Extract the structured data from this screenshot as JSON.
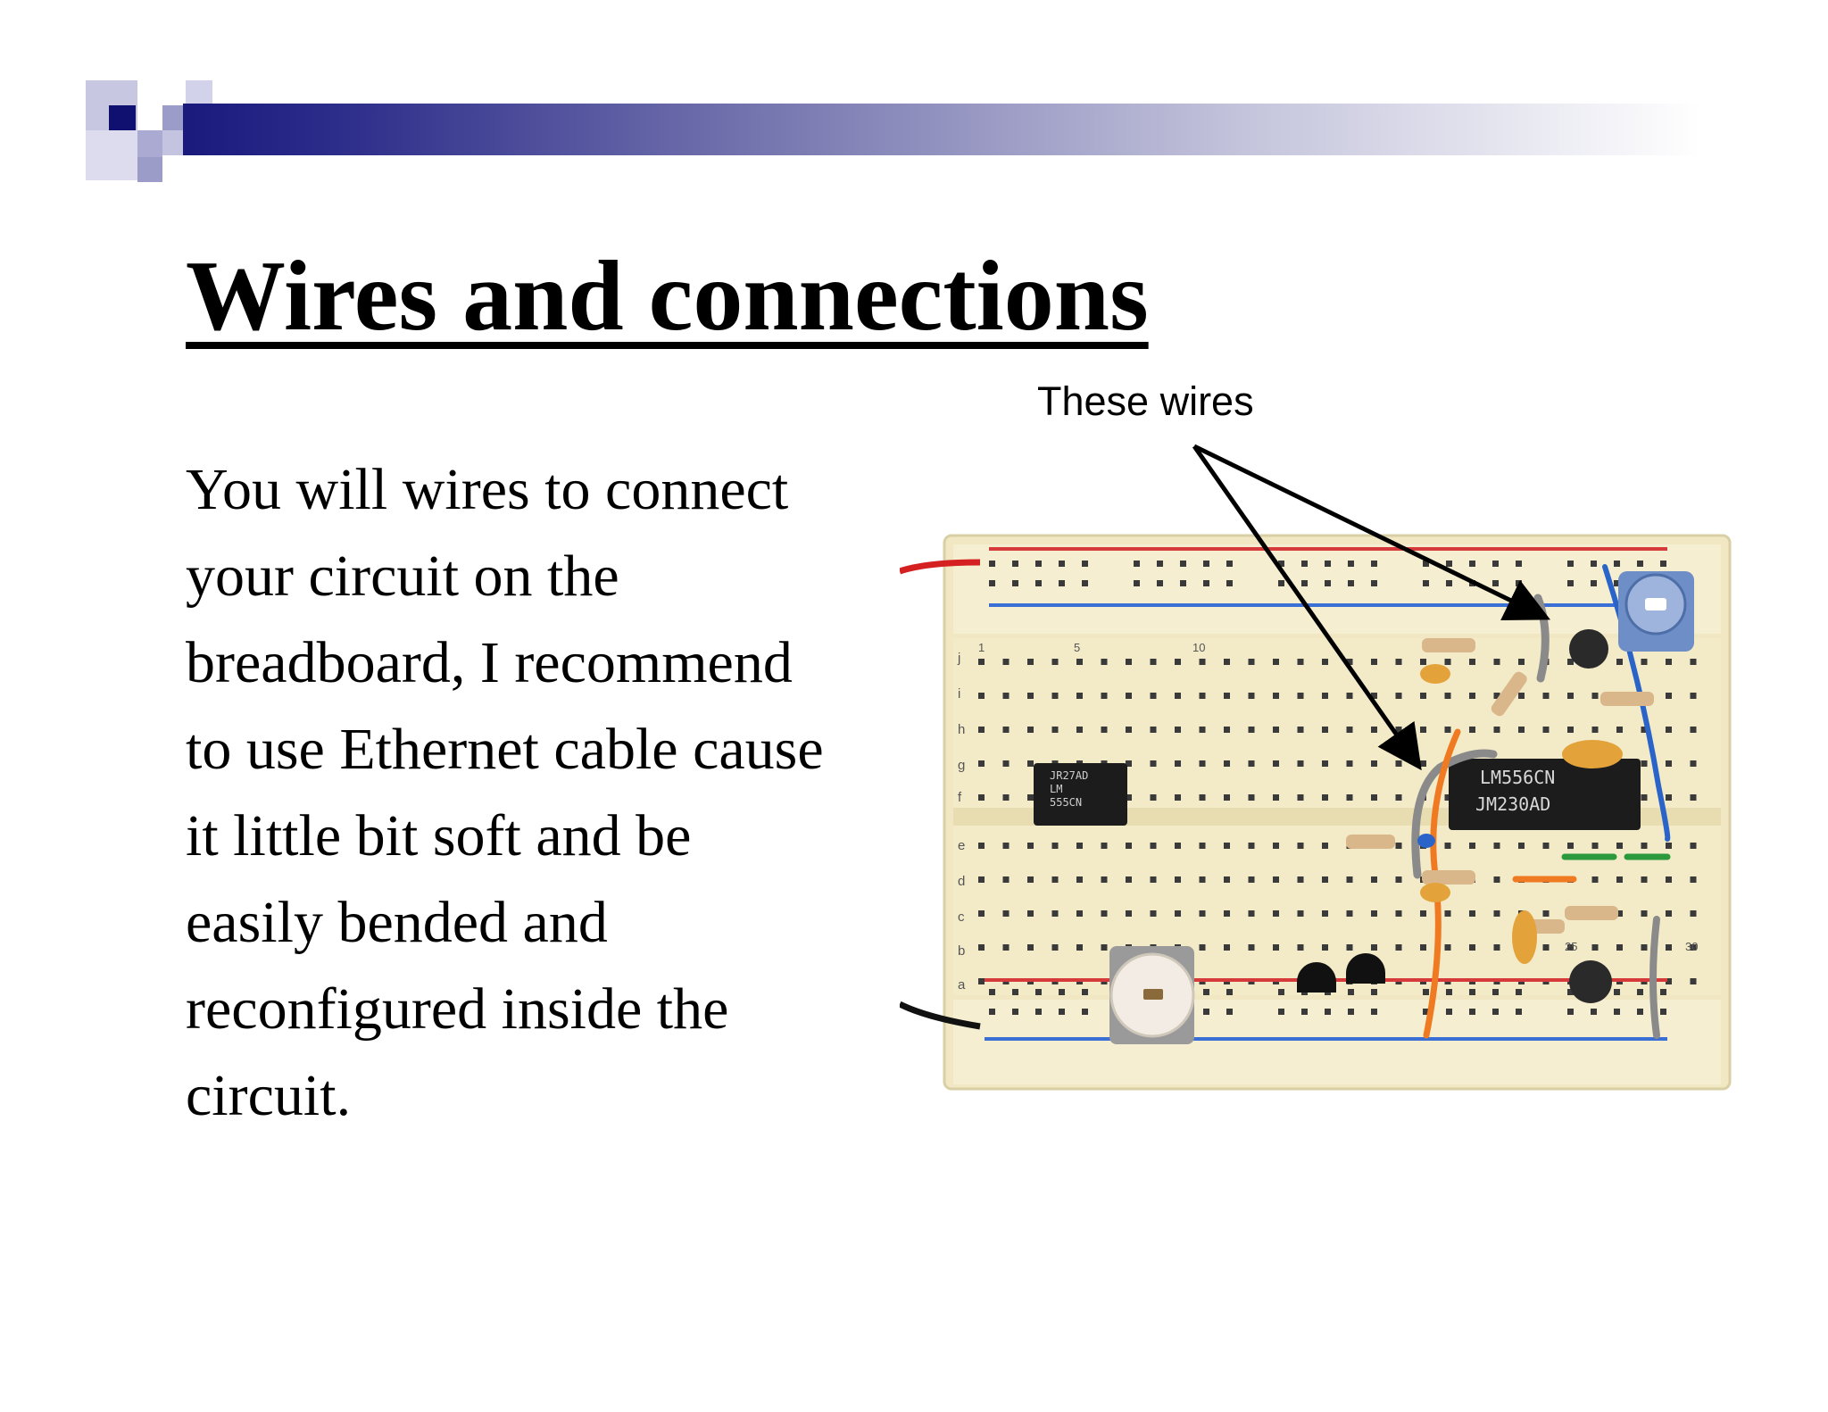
{
  "slide": {
    "title": "Wires and connections",
    "body_lines": [
      "You will wires to connect",
      "your circuit on the",
      "breadboard, I recommend",
      "to use Ethernet cable cause",
      "it little bit soft and be",
      "easily bended and",
      "reconfigured inside the",
      "circuit."
    ],
    "callout": "These wires"
  },
  "photo": {
    "ic_left": [
      "JR27AD",
      "LM",
      "555CN"
    ],
    "ic_right": [
      "JM230AD",
      "LM556CN"
    ],
    "row_labels_top": [
      "j",
      "i",
      "h",
      "g",
      "f"
    ],
    "row_labels_bottom": [
      "e",
      "d",
      "c",
      "b",
      "a"
    ],
    "column_labels": [
      "1",
      "5",
      "10",
      "25",
      "30"
    ]
  },
  "colors": {
    "accent_dark": "#1a1a7e",
    "accent_light": "#9c9cc9",
    "breadboard": "#f4ecc8",
    "rail_red": "#d63a3a",
    "rail_blue": "#3a6fd6"
  }
}
